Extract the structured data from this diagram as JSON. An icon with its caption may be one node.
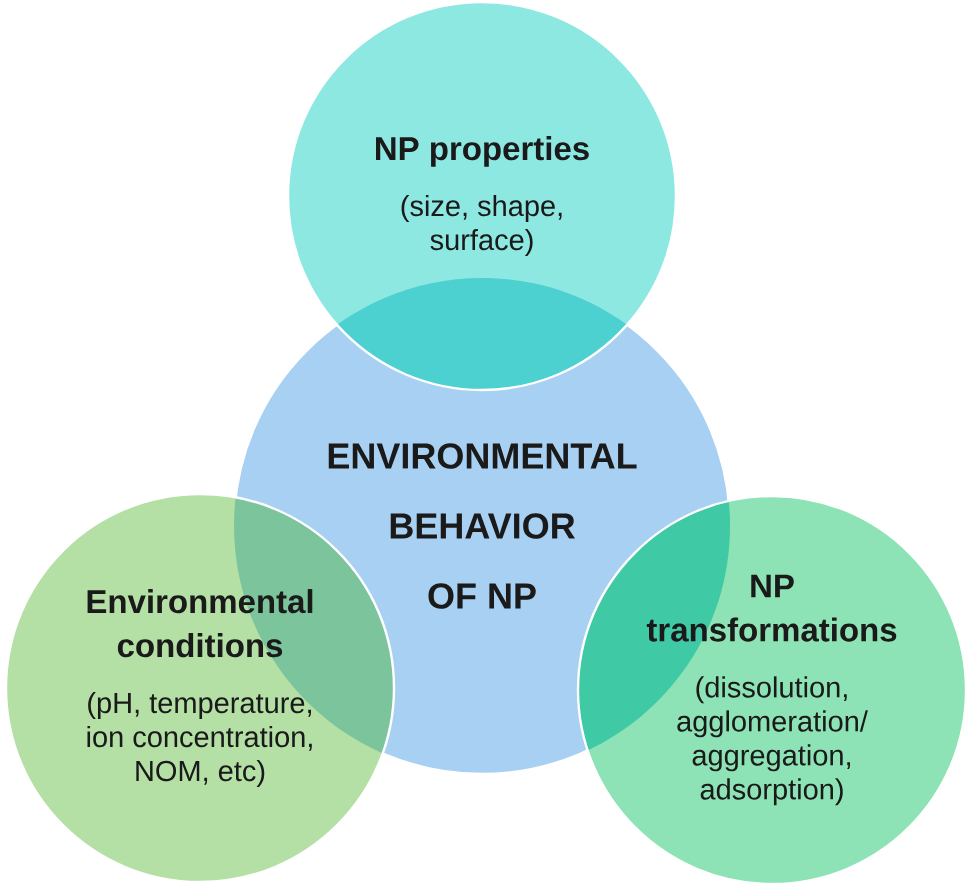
{
  "diagram": {
    "nodes": [
      {
        "text": [
          "NP properties",
          "(size, shape, surface)"
        ]
      },
      {
        "text": [
          "ENVIRONMENTAL BEHAVIOR OF NP"
        ]
      },
      {
        "text": [
          "Environmental conditions",
          "(pH, temperature, ion concentration, NOM, etc)"
        ]
      },
      {
        "text": [
          "NP transformations",
          "(dissolution, agglomeration/ aggregation, adsorption)"
        ]
      }
    ]
  }
}
